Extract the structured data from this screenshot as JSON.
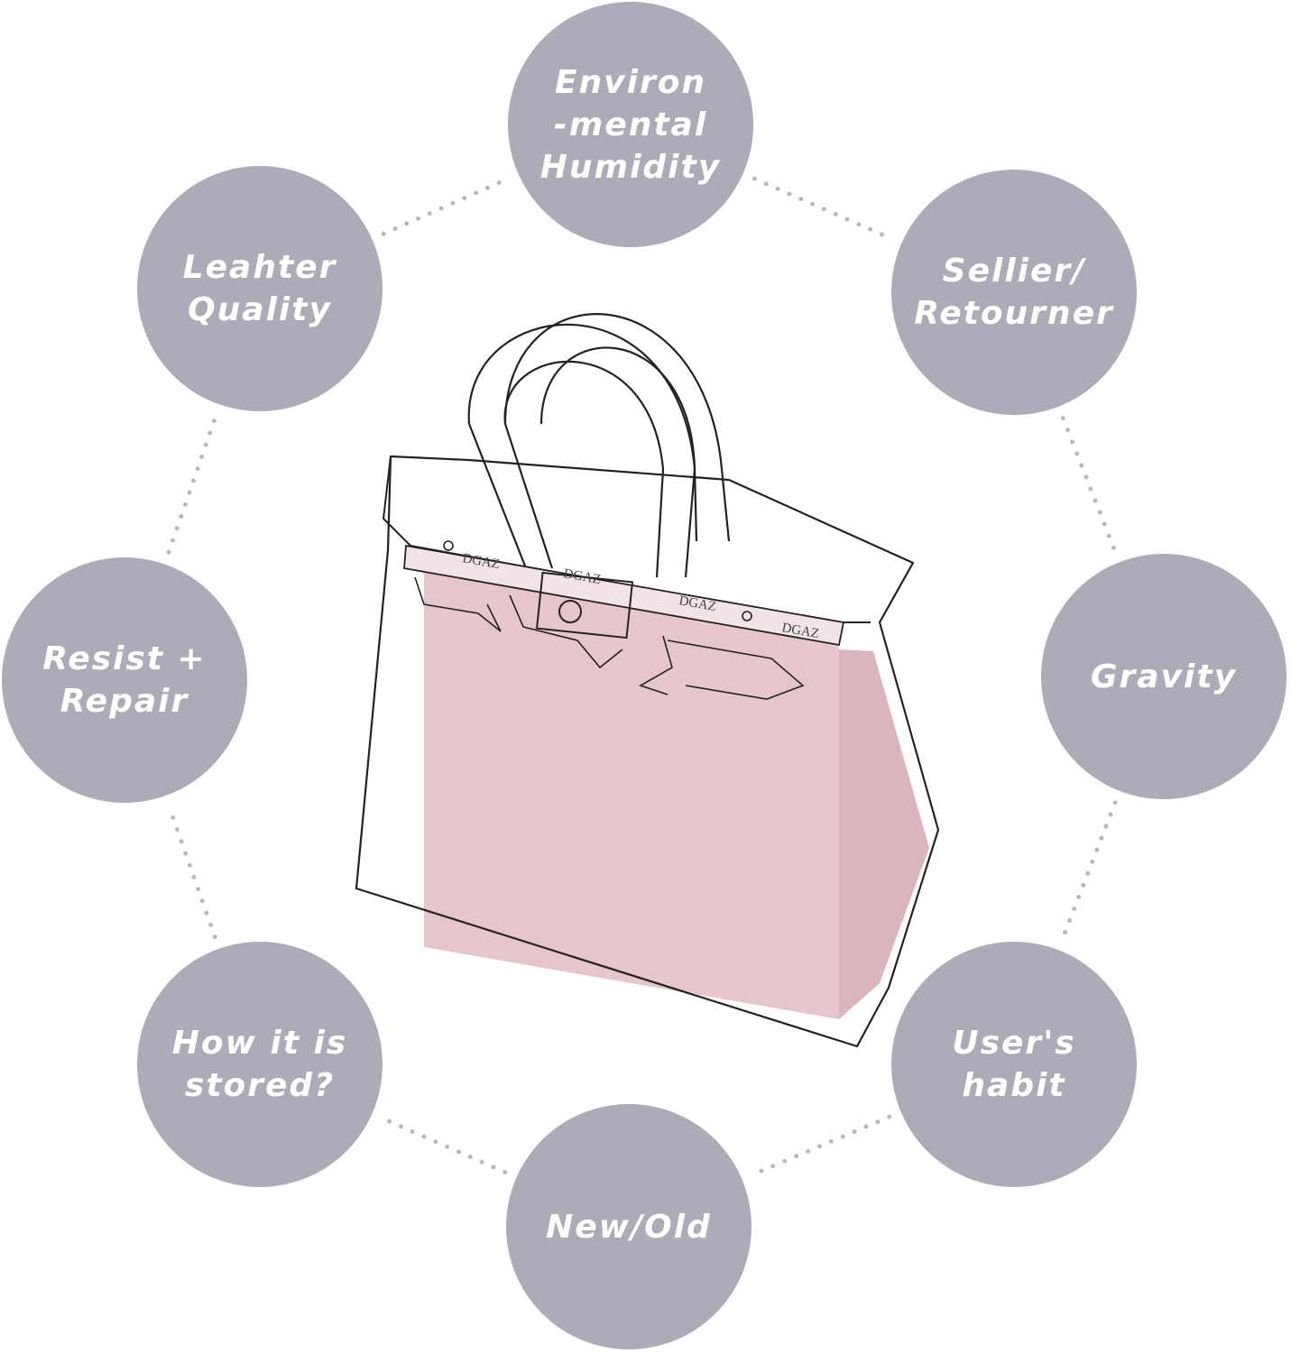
{
  "colors": {
    "circle": "#adabb7",
    "label": "#ffffff",
    "connector": "#b9b8c2",
    "bag_body": "#e5c6cc",
    "bag_outline": "#222222"
  },
  "bag": {
    "brand_marks": [
      "DGAZ",
      "DGAZ",
      "DGAZ",
      "DGAZ"
    ]
  },
  "factors": [
    {
      "id": "humidity",
      "lines": [
        "Environ",
        "-mental",
        "Humidity"
      ]
    },
    {
      "id": "sellier",
      "lines": [
        "Sellier/",
        "Retourner"
      ]
    },
    {
      "id": "gravity",
      "lines": [
        "Gravity"
      ]
    },
    {
      "id": "habit",
      "lines": [
        "User's",
        "habit"
      ]
    },
    {
      "id": "age",
      "lines": [
        "New/Old"
      ]
    },
    {
      "id": "storage",
      "lines": [
        "How it is",
        "stored?"
      ]
    },
    {
      "id": "repair",
      "lines": [
        "Resist +",
        "Repair"
      ]
    },
    {
      "id": "leather",
      "lines": [
        "Leahter",
        "Quality"
      ]
    }
  ]
}
